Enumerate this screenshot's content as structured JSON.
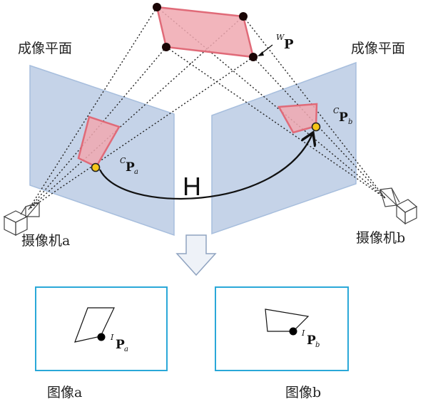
{
  "labels": {
    "plane_left": "成像平面",
    "plane_right": "成像平面",
    "camera_a": "摄像机a",
    "camera_b": "摄像机b",
    "image_a": "图像a",
    "image_b": "图像b",
    "homography": "H"
  },
  "math": {
    "world_point": {
      "pre": "W",
      "main": "P",
      "sub": ""
    },
    "cam_point_a": {
      "pre": "C",
      "main": "P",
      "sub": "a"
    },
    "cam_point_b": {
      "pre": "C",
      "main": "P",
      "sub": "b"
    },
    "img_point_a": {
      "pre": "I",
      "main": "P",
      "sub": "a"
    },
    "img_point_b": {
      "pre": "I",
      "main": "P",
      "sub": "b"
    }
  },
  "colors": {
    "plane_fill": "#c5d3e8",
    "plane_stroke": "#a7bedd",
    "quad_fill": "#f0a8b0",
    "quad_stroke": "#e06a78",
    "image_frame": "#2aa8d8",
    "arrow_fill": "#eef2f8",
    "arrow_stroke": "#8fa3c0",
    "point_yellow": "#f5c518"
  }
}
